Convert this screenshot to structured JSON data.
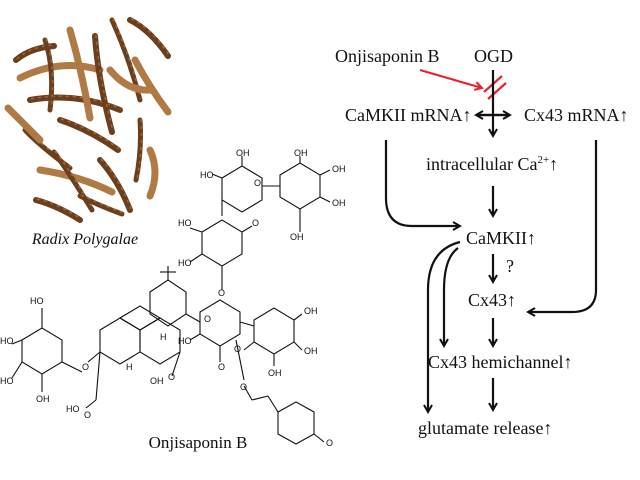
{
  "plant": {
    "caption": "Radix Polygalae"
  },
  "molecule": {
    "name": "Onjisaponin B",
    "atoms": {
      "ho": "HO",
      "oh": "OH",
      "o": "O",
      "h": "H",
      "oh_hook": "OH"
    }
  },
  "pathway": {
    "onjisaponin_b": "Onjisaponin B",
    "ogd": "OGD",
    "camkii_mrna": "CaMKII mRNA↑",
    "cx43_mrna": "Cx43 mRNA↑",
    "intracellular_ca_prefix": "intracellular Ca",
    "intracellular_ca_sup": "2+",
    "intracellular_ca_suffix": "↑",
    "camkii": "CaMKII↑",
    "question": "?",
    "cx43": "Cx43↑",
    "cx43_hemichannel": "Cx43 hemichannel↑",
    "glutamate_release": "glutamate release↑"
  },
  "colors": {
    "inhibition": "#e8202a",
    "root_dark": "#6b3f1e",
    "root_light": "#b07a44",
    "ink": "#111111"
  }
}
